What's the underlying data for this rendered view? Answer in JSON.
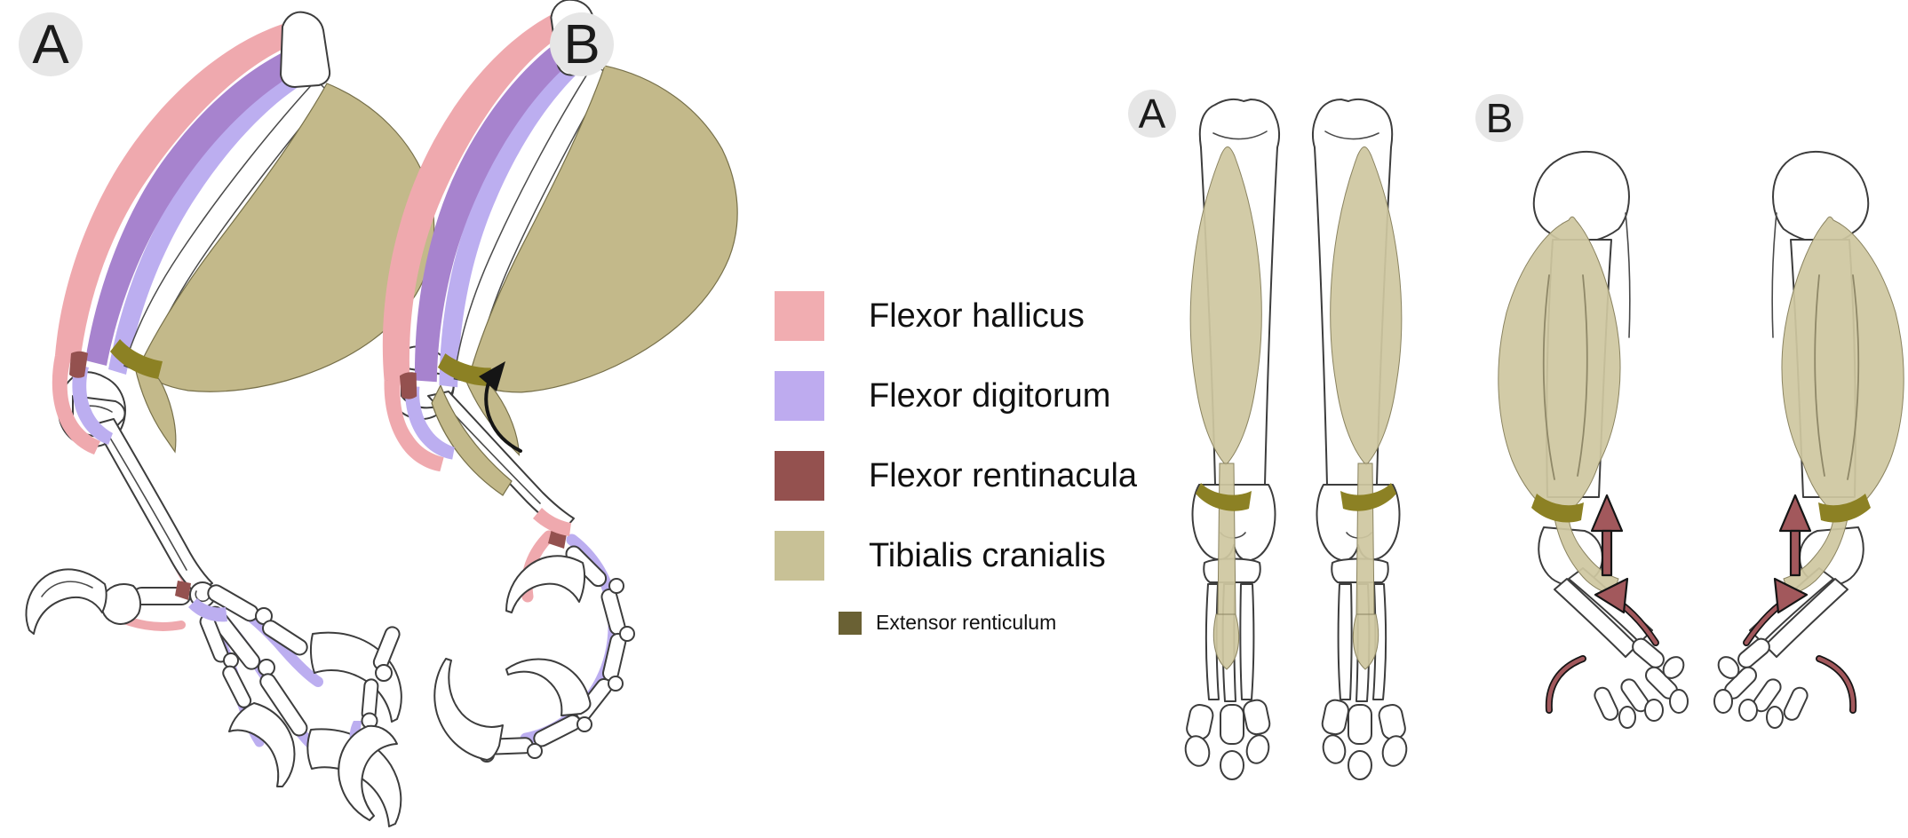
{
  "figure_labels": {
    "left_a": "A",
    "left_b": "B",
    "right_a": "A",
    "right_b": "B"
  },
  "legend": {
    "items": [
      {
        "label": "Flexor hallicus",
        "color": "#F1ADB1"
      },
      {
        "label": "Flexor digitorum",
        "color": "#BEABEF"
      },
      {
        "label": "Flexor rentinacula",
        "color": "#94514F"
      },
      {
        "label": "Tibialis cranialis",
        "color": "#C8C196"
      }
    ],
    "sub_item": {
      "label": "Extensor renticulum",
      "color": "#6A6134"
    }
  },
  "palette": {
    "pink": "#EFA9AE",
    "lavender": "#BCAEF0",
    "purple": "#A783CE",
    "maroon": "#94514F",
    "tan-left": "#C3B98A",
    "tan-right": "#CFC7A0",
    "olive-band": "#8C8124",
    "dark-olive": "#6A6134",
    "bone-outline": "#3d3d3d",
    "arrow": "#A2585C",
    "label-bg": "#E6E6E6",
    "label-fg": "#1b1b1b"
  }
}
